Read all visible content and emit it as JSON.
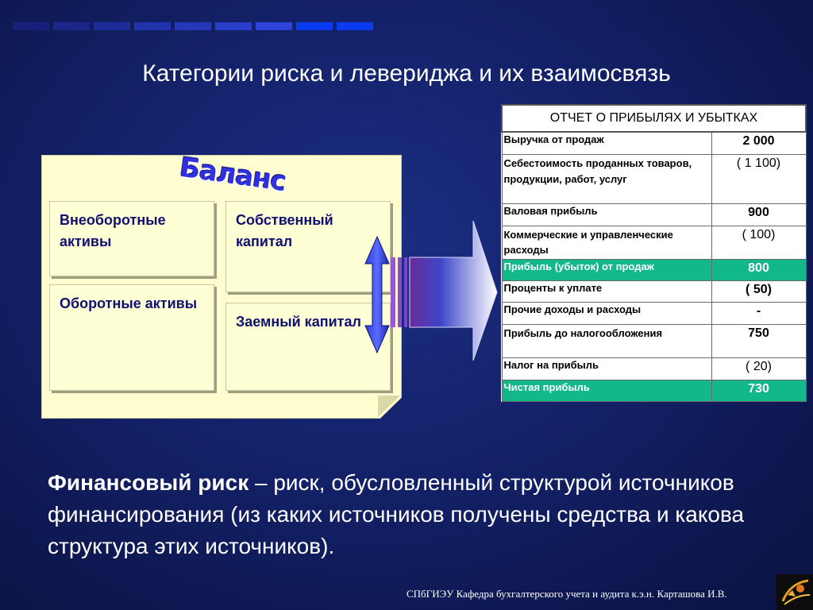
{
  "slide": {
    "title": "Категории риска и левериджа и их взаимосвязь",
    "top_bar_colors": [
      "#16207a",
      "#1a268a",
      "#1e2c9a",
      "#2232aa",
      "#2638ba",
      "#2a3eca",
      "#2e44d8",
      "#0b3bf0",
      "#0b3bf0"
    ]
  },
  "balance": {
    "title": "Баланс",
    "non_current_assets": "Внеоборотные активы",
    "current_assets": "Оборотные активы",
    "equity": "Собственный капитал",
    "borrowed_capital": "Заемный капитал"
  },
  "report": {
    "header": "ОТЧЕТ О ПРИБЫЛЯХ И УБЫТКАХ",
    "rows": [
      {
        "label": "Выручка от продаж",
        "value": "2 000"
      },
      {
        "label": "Себестоимость проданных товаров, продукции, работ, услуг",
        "value": "( 1 100)"
      },
      {
        "label": "Валовая прибыль",
        "value": "900"
      },
      {
        "label": "Коммерческие и управленческие расходы",
        "value": "( 100)"
      },
      {
        "label": "Прибыль (убыток) от продаж",
        "value": "800"
      },
      {
        "label": "Проценты к уплате",
        "value": "( 50)"
      },
      {
        "label": "Прочие доходы и расходы",
        "value": "-"
      },
      {
        "label": "Прибыль до налогообложения",
        "value": "750"
      },
      {
        "label": "Налог на прибыль",
        "value": "( 20)"
      },
      {
        "label": "Чистая прибыль",
        "value": "730"
      }
    ]
  },
  "definition": {
    "term": "Финансовый риск",
    "text": " – риск, обусловленный структурой источников финансирования (из каких источников получены средства и какова структура этих источников)."
  },
  "footer": {
    "text": "СПбГИЭУ Кафедра бухгалтерского учета и аудита   к.э.н. Карташова И.В."
  }
}
